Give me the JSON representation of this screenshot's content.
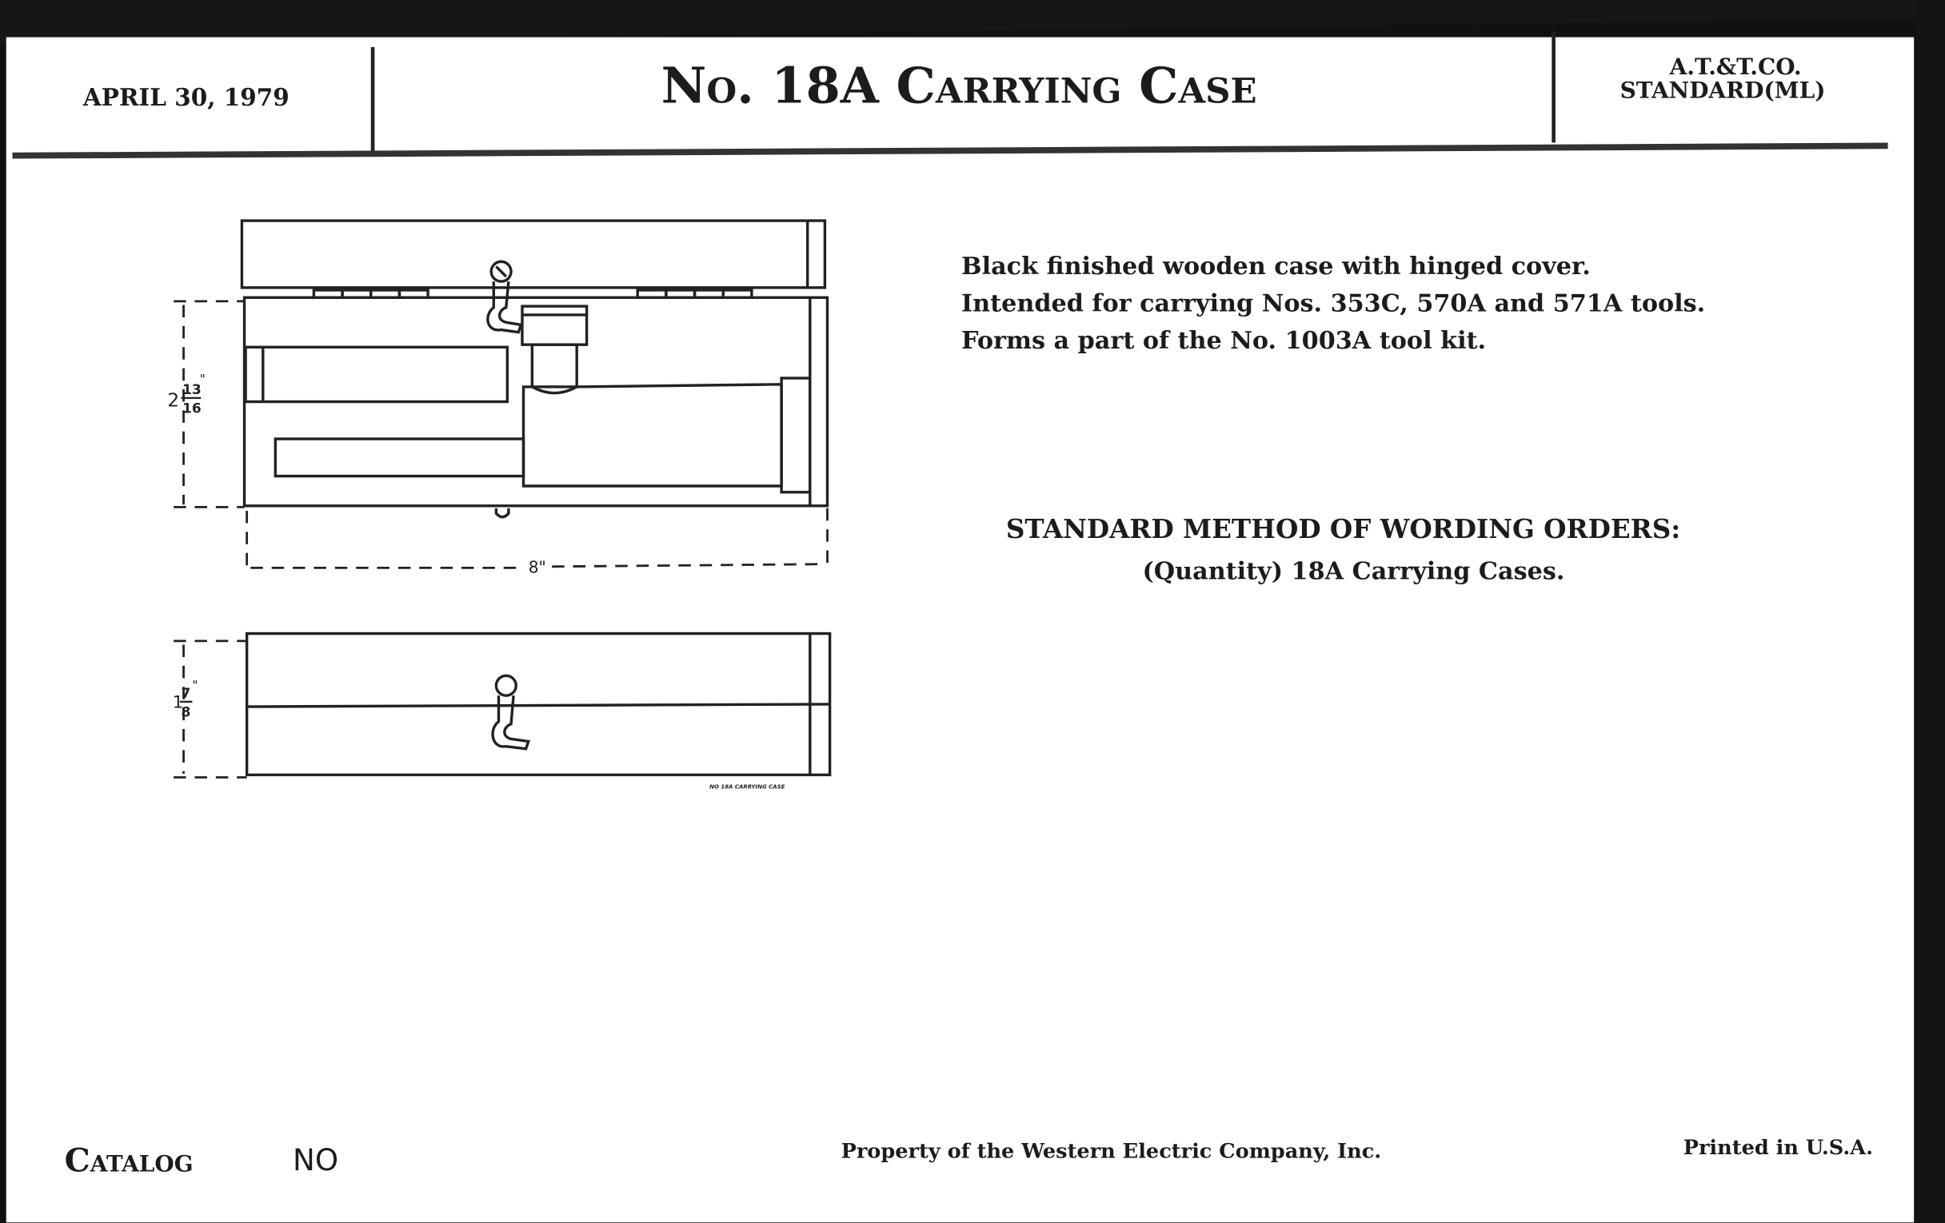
{
  "header": {
    "date": "APRIL 30, 1979",
    "title": "No. 18A Carrying Case",
    "standard_line1": "A.T.&T.CO.",
    "standard_line2": "STANDARD(ML)"
  },
  "description": [
    "Black finished wooden case with hinged cover.",
    "Intended for carrying Nos. 353C, 570A and 571A tools.",
    "Forms a part of the No. 1003A tool kit."
  ],
  "orders": {
    "heading": "STANDARD METHOD OF WORDING ORDERS:",
    "text": "(Quantity) 18A Carrying Cases."
  },
  "drawing": {
    "height_whole": "2",
    "height_num": "13",
    "height_den": "16",
    "width_label": "8\"",
    "depth_whole": "1",
    "depth_num": "7",
    "depth_den": "8",
    "inch_mark": "\"",
    "caption": "NO 18A CARRYING CASE"
  },
  "footer": {
    "catalog_label": "Catalog",
    "catalog_no": "NO",
    "property": "Property of the Western Electric Company, Inc.",
    "printed": "Printed in U.S.A."
  }
}
